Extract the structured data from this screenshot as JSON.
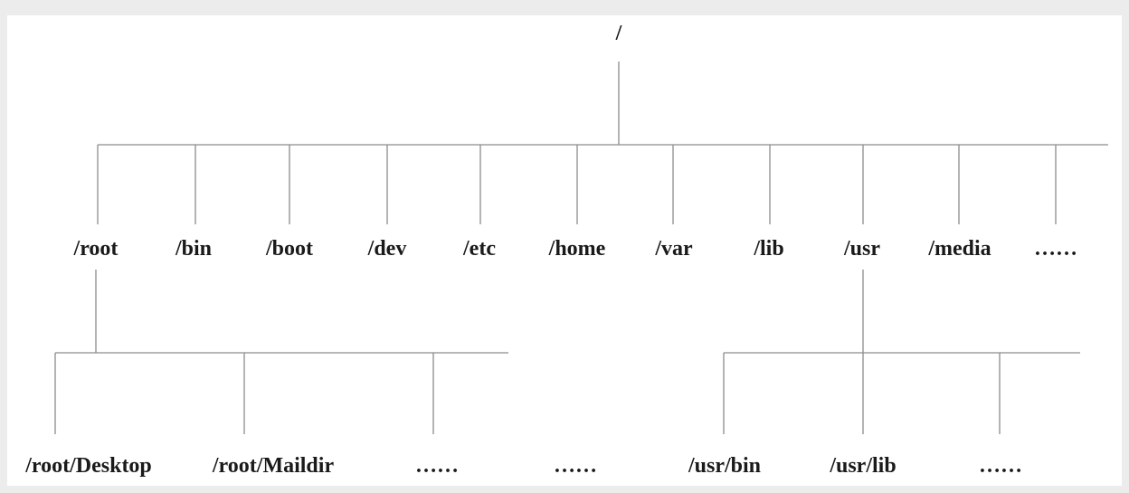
{
  "diagram": {
    "root": {
      "id": "root",
      "label": "/"
    },
    "nodes": [
      {
        "id": "n-root",
        "label": "/root"
      },
      {
        "id": "n-bin",
        "label": "/bin"
      },
      {
        "id": "n-boot",
        "label": "/boot"
      },
      {
        "id": "n-dev",
        "label": "/dev"
      },
      {
        "id": "n-etc",
        "label": "/etc"
      },
      {
        "id": "n-home",
        "label": "/home"
      },
      {
        "id": "n-var",
        "label": "/var"
      },
      {
        "id": "n-lib",
        "label": "/lib"
      },
      {
        "id": "n-usr",
        "label": "/usr"
      },
      {
        "id": "n-media",
        "label": "/media"
      },
      {
        "id": "n-more",
        "label": "……"
      },
      {
        "id": "n-root-desktop",
        "label": "/root/Desktop"
      },
      {
        "id": "n-root-maildir",
        "label": "/root/Maildir"
      },
      {
        "id": "n-root-more",
        "label": "……"
      },
      {
        "id": "n-root-more-2",
        "label": "……"
      },
      {
        "id": "n-usr-bin",
        "label": "/usr/bin"
      },
      {
        "id": "n-usr-lib",
        "label": "/usr/lib"
      },
      {
        "id": "n-usr-more",
        "label": "……"
      }
    ],
    "edges": [
      {
        "from": "root",
        "to": "n-root"
      },
      {
        "from": "root",
        "to": "n-bin"
      },
      {
        "from": "root",
        "to": "n-boot"
      },
      {
        "from": "root",
        "to": "n-dev"
      },
      {
        "from": "root",
        "to": "n-etc"
      },
      {
        "from": "root",
        "to": "n-home"
      },
      {
        "from": "root",
        "to": "n-var"
      },
      {
        "from": "root",
        "to": "n-lib"
      },
      {
        "from": "root",
        "to": "n-usr"
      },
      {
        "from": "root",
        "to": "n-media"
      },
      {
        "from": "root",
        "to": "n-more"
      },
      {
        "from": "n-root",
        "to": "n-root-desktop"
      },
      {
        "from": "n-root",
        "to": "n-root-maildir"
      },
      {
        "from": "n-root",
        "to": "n-root-more"
      },
      {
        "from": "n-usr",
        "to": "n-usr-bin"
      },
      {
        "from": "n-usr",
        "to": "n-usr-lib"
      },
      {
        "from": "n-usr",
        "to": "n-usr-more"
      }
    ]
  }
}
